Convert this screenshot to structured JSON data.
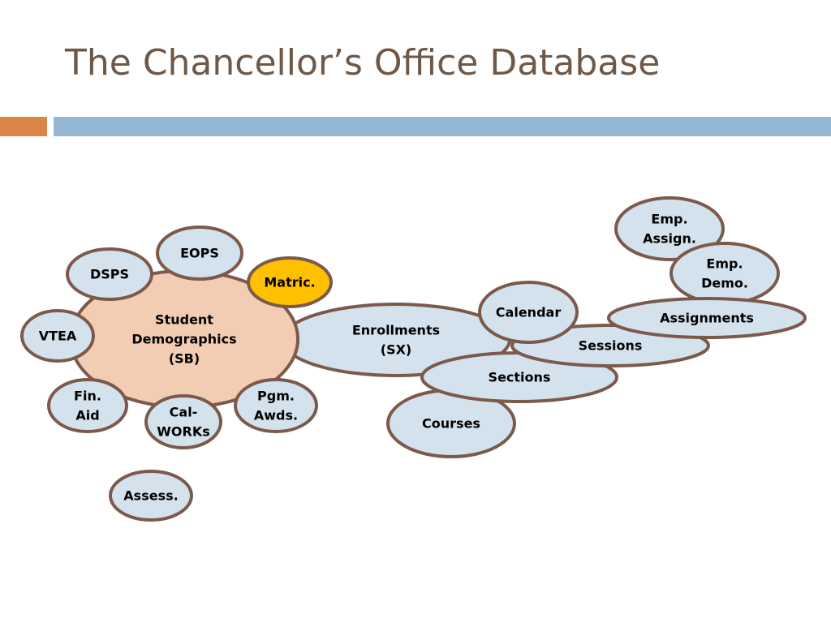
{
  "slide": {
    "title": "The Chancellor’s Office Database"
  },
  "colors": {
    "title_text": "#6e5848",
    "accent_orange": "#dc8549",
    "accent_blue": "#94b7d3",
    "node_outline": "#7b5a4c",
    "node_blue_fill": "#d4e2ed",
    "node_peach_fill": "#f2cdb3",
    "node_gold_fill": "#ffc000"
  },
  "nodes": [
    {
      "id": "emp-assign",
      "lines": [
        "Emp.",
        "Assign."
      ],
      "fill": "blue"
    },
    {
      "id": "emp-demo",
      "lines": [
        "Emp.",
        "Demo."
      ],
      "fill": "blue"
    },
    {
      "id": "enrollments",
      "lines": [
        "Enrollments",
        "(SX)"
      ],
      "fill": "blue"
    },
    {
      "id": "student-demographics",
      "lines": [
        "Student",
        "Demographics",
        "(SB)"
      ],
      "fill": "peach"
    },
    {
      "id": "eops",
      "lines": [
        "EOPS"
      ],
      "fill": "blue"
    },
    {
      "id": "dsps",
      "lines": [
        "DSPS"
      ],
      "fill": "blue"
    },
    {
      "id": "matric",
      "lines": [
        "Matric."
      ],
      "fill": "gold"
    },
    {
      "id": "vtea",
      "lines": [
        "VTEA"
      ],
      "fill": "blue"
    },
    {
      "id": "fin-aid",
      "lines": [
        "Fin.",
        "Aid"
      ],
      "fill": "blue"
    },
    {
      "id": "calworks",
      "lines": [
        "Cal-",
        "WORKs"
      ],
      "fill": "blue"
    },
    {
      "id": "pgm-awds",
      "lines": [
        "Pgm.",
        "Awds."
      ],
      "fill": "blue"
    },
    {
      "id": "assess",
      "lines": [
        "Assess."
      ],
      "fill": "blue"
    },
    {
      "id": "courses",
      "lines": [
        "Courses"
      ],
      "fill": "blue"
    },
    {
      "id": "sections",
      "lines": [
        "Sections"
      ],
      "fill": "blue"
    },
    {
      "id": "sessions",
      "lines": [
        "Sessions"
      ],
      "fill": "blue"
    },
    {
      "id": "calendar",
      "lines": [
        "Calendar"
      ],
      "fill": "blue"
    },
    {
      "id": "assignments",
      "lines": [
        "Assignments"
      ],
      "fill": "blue"
    }
  ]
}
